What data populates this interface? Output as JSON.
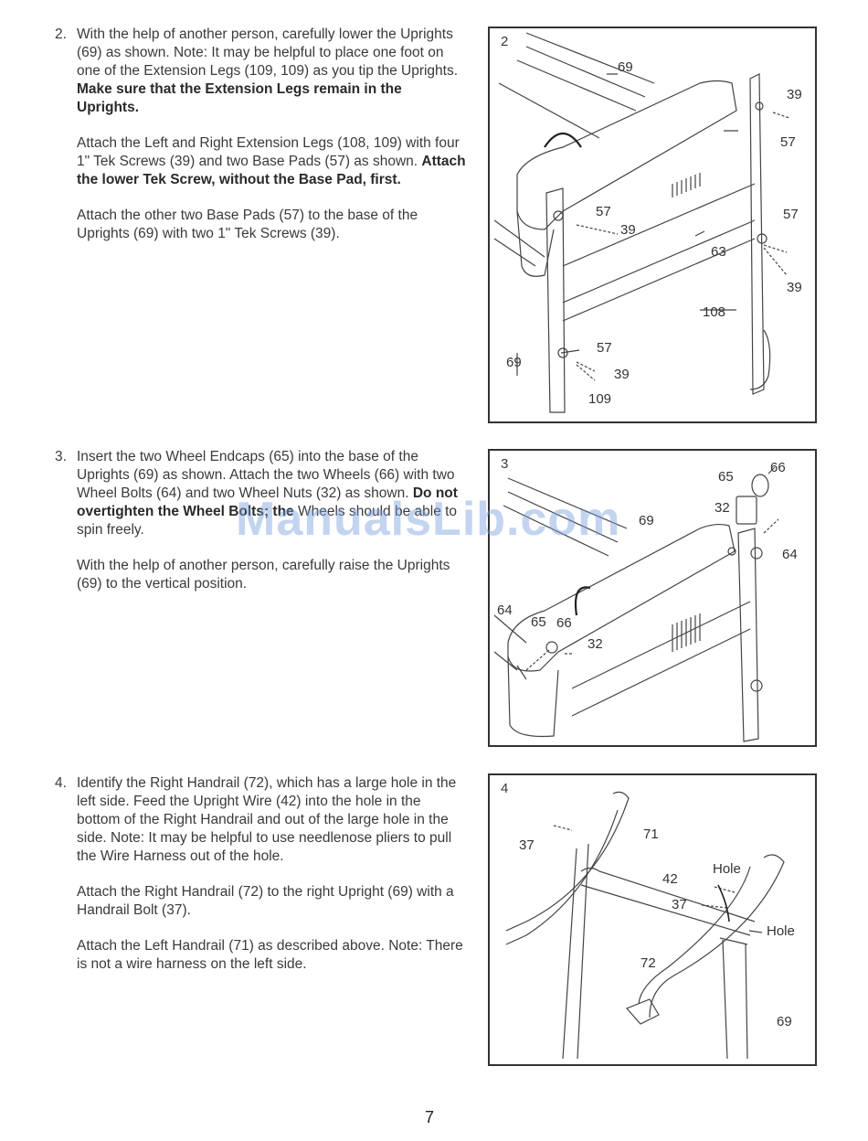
{
  "steps": [
    {
      "number": "2.",
      "paragraphs": [
        [
          "With the help of another person, carefully lower the Uprights (69) as shown. Note: It may be helpful to place one foot on one of the Extension Legs (109, 109) as you tip the Uprights. ",
          "Make sure that the Extension Legs remain in the Uprights."
        ],
        [
          "Attach the Left and Right Extension Legs (108, 109) with four 1\" Tek Screws (39) and two Base Pads (57) as shown. ",
          "Attach the lower Tek Screw, without the Base Pad, first."
        ],
        [
          "Attach the other two Base Pads (57) to the base of the Uprights (69) with two 1\" Tek Screws (39).",
          ""
        ]
      ]
    },
    {
      "number": "3.",
      "paragraphs": [
        [
          "Insert the two Wheel Endcaps (65) into the base of the Uprights (69) as shown. Attach the two Wheels (66) with two Wheel Bolts (64) and two Wheel Nuts (32) as shown. ",
          "Do not overtighten the Wheel Bolts; the",
          " Wheels should be able to spin freely."
        ],
        [
          "With the help of another person, carefully raise the Uprights (69) to the vertical position.",
          ""
        ]
      ]
    },
    {
      "number": "4.",
      "paragraphs": [
        [
          "Identify the Right Handrail (72), which has a large hole in the left side. Feed the Upright Wire (42) into the hole in the bottom of the Right Handrail and out of the large hole in the side. Note: It may be helpful to use needlenose pliers to pull the Wire Harness out of the hole.",
          ""
        ],
        [
          "Attach the Right Handrail (72) to the right Upright (69) with a Handrail Bolt (37).",
          ""
        ],
        [
          "Attach the Left Handrail (71) as described above. Note: There is not a wire harness on the left side.",
          ""
        ]
      ]
    }
  ],
  "figures": [
    {
      "number": "2",
      "callouts": [
        "69",
        "39",
        "57",
        "57",
        "39",
        "57",
        "63",
        "39",
        "108",
        "57",
        "69",
        "39",
        "109"
      ]
    },
    {
      "number": "3",
      "callouts": [
        "65",
        "66",
        "32",
        "69",
        "64",
        "64",
        "65",
        "66",
        "32"
      ]
    },
    {
      "number": "4",
      "callouts": [
        "37",
        "71",
        "Hole",
        "42",
        "37",
        "Hole",
        "72",
        "69"
      ]
    }
  ],
  "watermark": "ManualsLib.com",
  "page_number": "7"
}
